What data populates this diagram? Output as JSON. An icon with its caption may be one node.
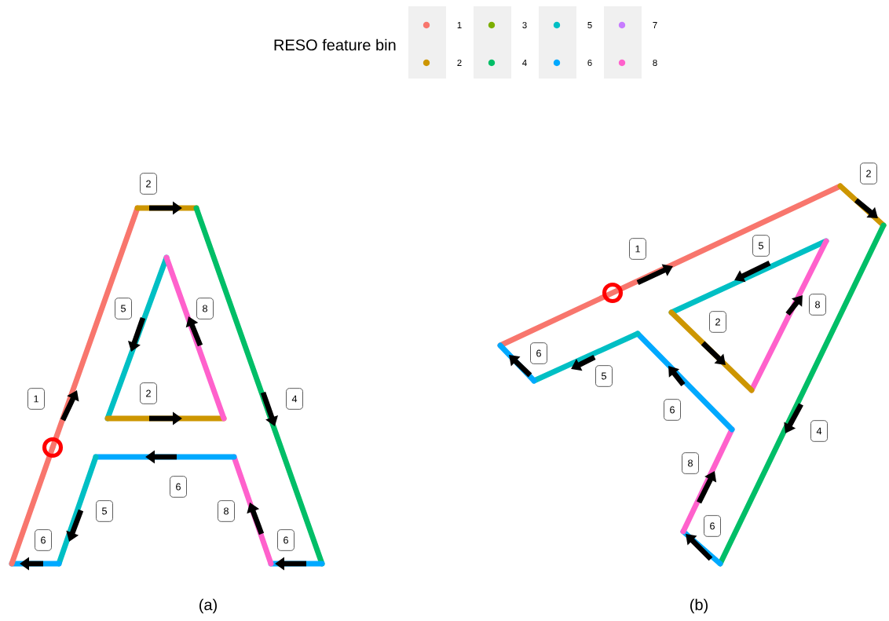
{
  "diagram": {
    "nodes": [
      {
        "text": [
          "2"
        ]
      },
      {
        "text": [
          "5"
        ]
      },
      {
        "text": [
          "8"
        ]
      },
      {
        "text": [
          "1"
        ]
      },
      {
        "text": [
          "4"
        ]
      },
      {
        "text": [
          "2"
        ]
      },
      {
        "text": [
          "6"
        ]
      },
      {
        "text": [
          "5"
        ]
      },
      {
        "text": [
          "8"
        ]
      },
      {
        "text": [
          "6"
        ]
      },
      {
        "text": [
          "6"
        ]
      },
      {
        "text": [
          "2"
        ]
      },
      {
        "text": [
          "1"
        ]
      },
      {
        "text": [
          "5"
        ]
      },
      {
        "text": [
          "8"
        ]
      },
      {
        "text": [
          "2"
        ]
      },
      {
        "text": [
          "6"
        ]
      },
      {
        "text": [
          "5"
        ]
      },
      {
        "text": [
          "6"
        ]
      },
      {
        "text": [
          "4"
        ]
      },
      {
        "text": [
          "8"
        ]
      },
      {
        "text": [
          "6"
        ]
      }
    ],
    "labels": [
      "RESO feature bin",
      "(a)",
      "(b)"
    ],
    "legend": [
      {
        "text": "1",
        "color": "#f8766d"
      },
      {
        "text": "2",
        "color": "#cd9600"
      },
      {
        "text": "3",
        "color": "#7cae00"
      },
      {
        "text": "4",
        "color": "#00be67"
      },
      {
        "text": "5",
        "color": "#00bfc4"
      },
      {
        "text": "6",
        "color": "#00a9ff"
      },
      {
        "text": "7",
        "color": "#c77cff"
      },
      {
        "text": "8",
        "color": "#ff61cc"
      }
    ]
  }
}
